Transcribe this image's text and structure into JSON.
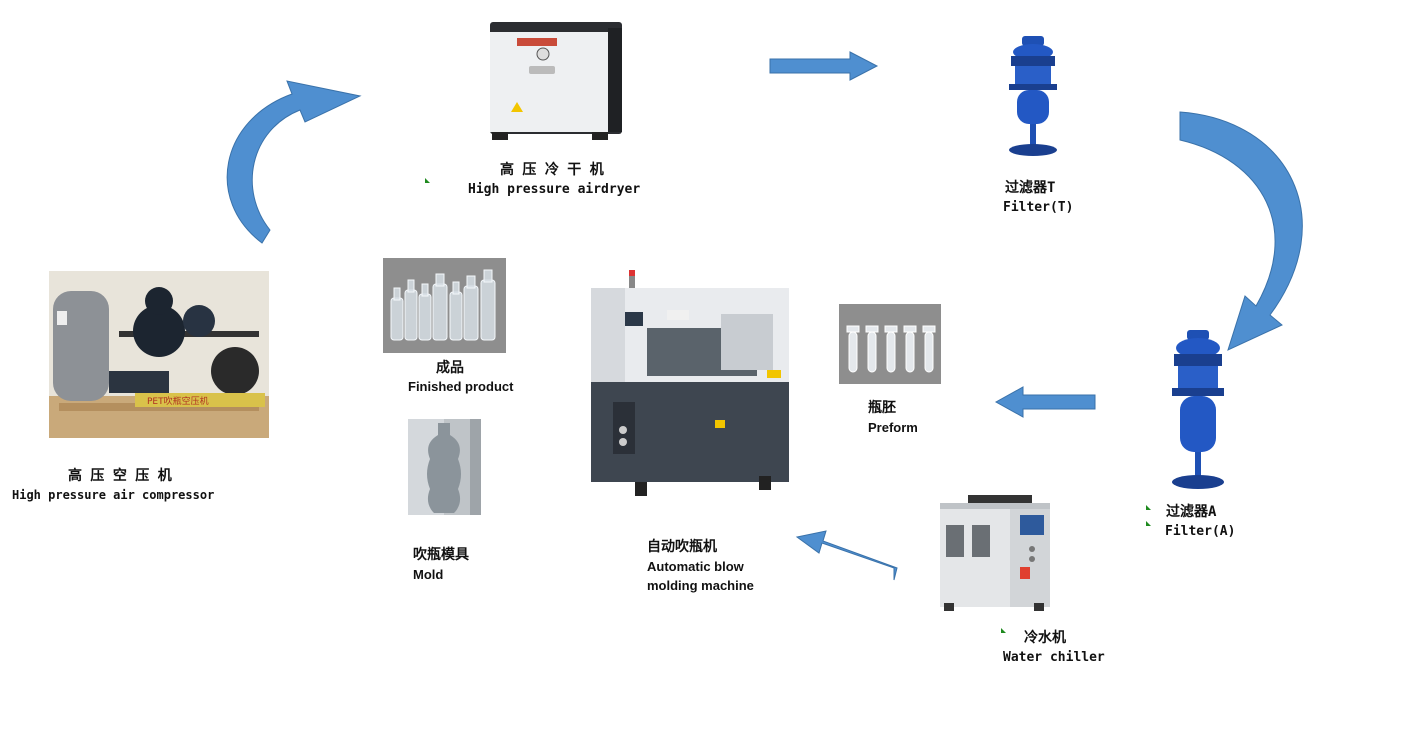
{
  "colors": {
    "arrow": "#4f8fd0",
    "arrow_edge": "#3a72aa",
    "machine_dark": "#3e4650",
    "filter_blue": "#1e50b4"
  },
  "components": {
    "dryer": {
      "zh": "高 压 冷 干 机",
      "en": "High pressure airdryer",
      "icon": "air-dryer-icon"
    },
    "filter_t": {
      "zh": "过滤器T",
      "en": "Filter(T)",
      "icon": "filter-icon"
    },
    "filter_a": {
      "zh": "过滤器A",
      "en": "Filter(A)",
      "icon": "filter-icon"
    },
    "compressor": {
      "zh": "高 压 空 压 机",
      "en": "High pressure air compressor",
      "icon": "compressor-icon",
      "plate": "PET吹瓶空压机"
    },
    "product": {
      "zh": "成品",
      "en": "Finished product",
      "icon": "bottles-icon"
    },
    "mold": {
      "zh": "吹瓶模具",
      "en": "Mold",
      "icon": "mold-icon"
    },
    "machine": {
      "zh": "自动吹瓶机",
      "en_line1": "Automatic blow",
      "en_line2": "molding machine",
      "icon": "blow-molding-machine-icon"
    },
    "preform": {
      "zh": "瓶胚",
      "en": "Preform",
      "icon": "preform-icon"
    },
    "chiller": {
      "zh": "冷水机",
      "en": "Water chiller",
      "icon": "water-chiller-icon"
    }
  }
}
